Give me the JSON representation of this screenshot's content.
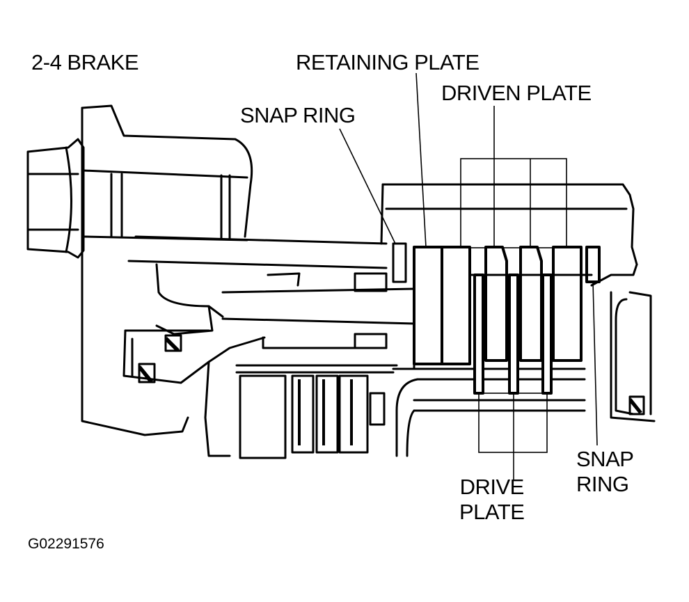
{
  "labels": {
    "title": "2-4 BRAKE",
    "retaining_plate": "RETAINING PLATE",
    "driven_plate": "DRIVEN PLATE",
    "snap_ring_top": "SNAP RING",
    "snap_ring_right_line1": "SNAP",
    "snap_ring_right_line2": "RING",
    "drive_plate_line1": "DRIVE",
    "drive_plate_line2": "PLATE"
  },
  "figure_code": "G02291576"
}
